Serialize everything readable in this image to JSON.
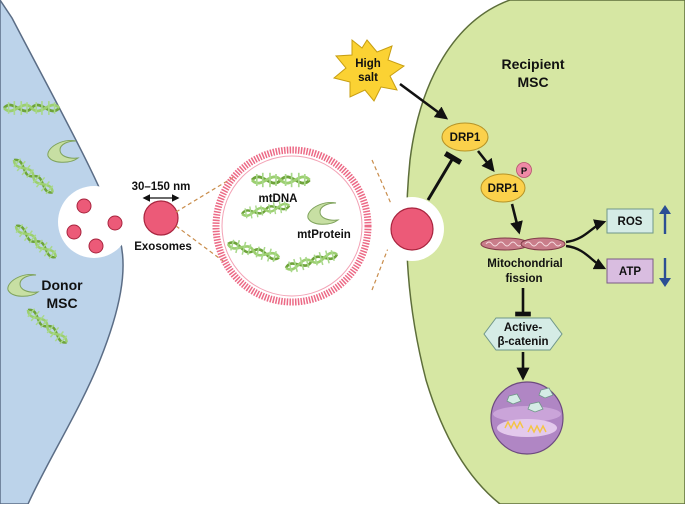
{
  "donor": {
    "label_line1": "Donor",
    "label_line2": "MSC"
  },
  "recipient": {
    "label_line1": "Recipient",
    "label_line2": "MSC"
  },
  "exosome": {
    "size_label": "30–150 nm",
    "label": "Exosomes"
  },
  "cargo": {
    "mtdna_label": "mtDNA",
    "mtprotein_label": "mtProtein"
  },
  "pathway": {
    "stimulus_line1": "High",
    "stimulus_line2": "salt",
    "drp1_label": "DRP1",
    "drp1_phos_label": "DRP1",
    "phospho_label": "P",
    "fission_line1": "Mitochondrial",
    "fission_line2": "fission",
    "ros_label": "ROS",
    "atp_label": "ATP",
    "catenin_line1": "Active-",
    "catenin_line2": "β-catenin"
  },
  "colors": {
    "donor_cell": "#bcd3ea",
    "recipient_cell": "#d6e7a3",
    "exosome": "#ec5a78",
    "drp1": "#fbd14b",
    "stimulus": "#fbd233",
    "ros_box": "#d5ece6",
    "atp_box": "#d9bde0",
    "catenin_box": "#d5ece6",
    "arrow_up_down": "#2b4f94",
    "phospho": "#ef8aa6"
  }
}
